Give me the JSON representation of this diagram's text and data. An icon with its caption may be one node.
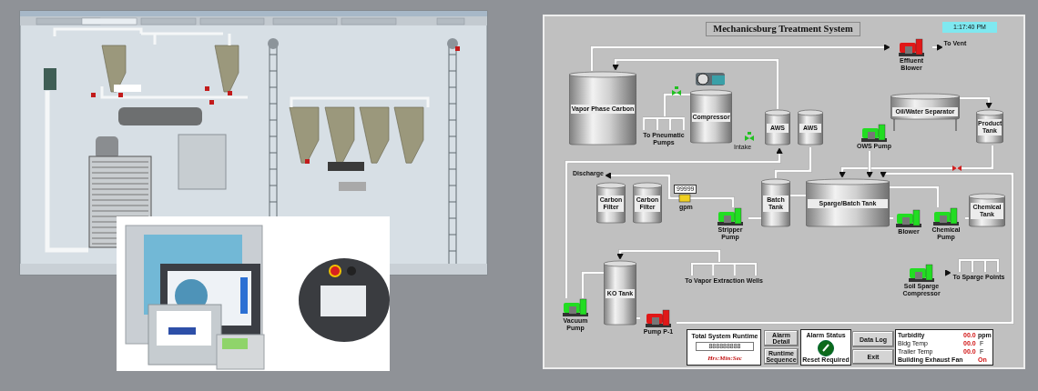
{
  "diagram": {
    "title": "Mechanicsburg Treatment System",
    "nodes": [
      {
        "text": [
          "Vapor Phase Carbon"
        ]
      },
      {
        "text": [
          "Compressor"
        ]
      },
      {
        "text": [
          "AWS"
        ]
      },
      {
        "text": [
          "AWS"
        ]
      },
      {
        "text": [
          "Effluent Blower"
        ]
      },
      {
        "text": [
          "To Vent"
        ]
      },
      {
        "text": [
          "Oil/Water Separator"
        ]
      },
      {
        "text": [
          "Product Tank"
        ]
      },
      {
        "text": [
          "OWS Pump"
        ]
      },
      {
        "text": [
          "Carbon Filter"
        ]
      },
      {
        "text": [
          "Carbon Filter"
        ]
      },
      {
        "text": [
          "Stripper Pump"
        ]
      },
      {
        "text": [
          "Batch Tank"
        ]
      },
      {
        "text": [
          "Sparge/Batch Tank"
        ]
      },
      {
        "text": [
          "Blower"
        ]
      },
      {
        "text": [
          "Chemical Pump"
        ]
      },
      {
        "text": [
          "Chemical Tank"
        ]
      },
      {
        "text": [
          "KO Tank"
        ]
      },
      {
        "text": [
          "Vacuum Pump"
        ]
      },
      {
        "text": [
          "Pump P-1"
        ]
      },
      {
        "text": [
          "Soil Sparge Compressor"
        ]
      },
      {
        "text": [
          "To Sparge Points"
        ]
      },
      {
        "text": [
          "To Vapor Extraction Wells"
        ]
      },
      {
        "text": [
          "To Pneumatic Pumps"
        ]
      },
      {
        "text": [
          "Discharge"
        ]
      }
    ],
    "edges": [
      {
        "from": 0,
        "to": 4,
        "arrow": "to"
      },
      {
        "from": 4,
        "to": 5,
        "arrow": "to"
      },
      {
        "from": 2,
        "to": 0,
        "arrow": "to"
      },
      {
        "from": 1,
        "to": 23,
        "arrow": "none"
      },
      {
        "from": 18,
        "to": 2,
        "arrow": "to"
      },
      {
        "from": 3,
        "to": 12,
        "arrow": "none"
      },
      {
        "from": 12,
        "to": 11,
        "arrow": "none"
      },
      {
        "from": 11,
        "to": 24,
        "arrow": "to"
      },
      {
        "from": 13,
        "to": 12,
        "arrow": "none"
      },
      {
        "from": 14,
        "to": 13,
        "arrow": "none"
      },
      {
        "from": 15,
        "to": 13,
        "arrow": "none"
      },
      {
        "from": 16,
        "to": 15,
        "arrow": "none"
      },
      {
        "from": 6,
        "to": 7,
        "arrow": "to"
      },
      {
        "from": 7,
        "to": 13,
        "arrow": "to"
      },
      {
        "from": 8,
        "to": 13,
        "arrow": "to"
      },
      {
        "from": 19,
        "to": 13,
        "arrow": "to"
      },
      {
        "from": 20,
        "to": 21,
        "arrow": "to"
      },
      {
        "from": 22,
        "to": 17,
        "arrow": "to"
      },
      {
        "from": 17,
        "to": 18,
        "arrow": "none"
      },
      {
        "from": 17,
        "to": 19,
        "arrow": "none"
      }
    ],
    "labels": [
      "1:17:40 PM",
      "Intake",
      "99999",
      "gpm",
      "Total System Runtime",
      "888888888",
      "Hrs:Min:Sec",
      "Alarm Detail",
      "Runtime Sequence",
      "Alarm Status",
      "Reset Required",
      "Data Log",
      "Exit",
      "Turbidity",
      "00.0",
      "ppm",
      "Bldg Temp",
      "00.0",
      "F",
      "Trailer Temp",
      "00.0",
      "F",
      "Building Exhaust Fan",
      "On"
    ]
  }
}
